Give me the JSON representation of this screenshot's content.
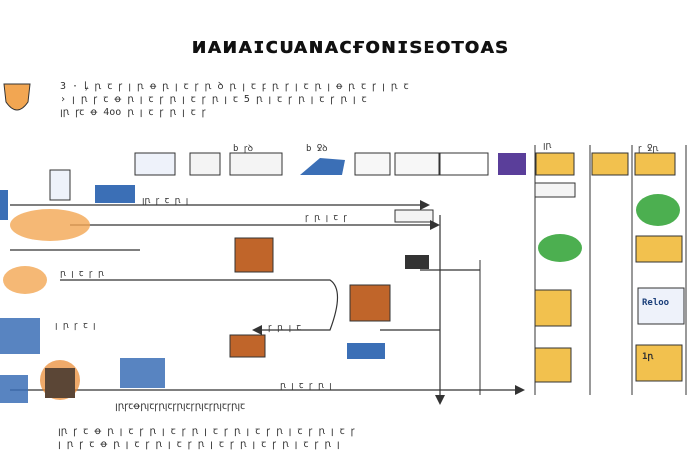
{
  "title": "ᴎᴀᴎᴀɪᴄᴜᴀɴᴀᴄғᴏɴɪsᴇᴏᴛᴏᴀs",
  "intro_lines": [
    "3 · ꝲ ꞃ ꞇ ꞅ ꞁ ꞃ ꝋ ꞃ ꞁ ꞇ ꞅ ꞃ ꝺ ꞃ ꞁ ꞇ ꝼ ꞃ ꞅ ꞁ ꞇ ꞃ ꞁ ꝋ ꞃ ꞇ ꞅ ꞁ ꞃ ꞇ",
    "› ꞁ ꞃ ꞅ ꞇ ꝋ ꞃ ꞁ ꞇ ꞅ ꞃ ꞁ ꞇ ꞅ ꞃ ꞁ ꞇ 5 ꞃ ꞁ ꞇ ꞅ ꞃ ꞁ ꞇ ꞅ ꞃ ꞁ ꞇ",
    "ꞁꞃ ꞅꞇ ꝋ      4oo ꞃ ꞁ ꞇ ꞅ ꞃ ꞁ ꞇ ꞅ"
  ],
  "column_labels": [
    "b ꞅꝺ",
    "b ꝿꝺ",
    "ꞁꞃ",
    "ꞅ ꝿꞃ"
  ],
  "flow_labels": [
    "ꞁꞃ ꞅ ꞇ ꞃ ꞁ",
    "ꞅ ꞃ ꞁ ꞇ ꞅ",
    "ꞃ ꞁ ꞇ ꞅ ꞃ",
    "ꞁ ꞃ ꞅ ꞇ ꞁ",
    "ꞅ ꞃ ꞁ ꞇ",
    "ꞃ ꞁ ꞇ ꞅ ꞃ ꞁ"
  ],
  "box_labels": {
    "refresh": "Rel​oo",
    "counter": "1ꞃ​"
  },
  "caption": "ꞁꞃꞅꞇꝋꞃꞁꞇꞅꞃꞁꞇꞅꞃꞁꞇꞅꞃꞁꞇꞅꞃꞁꞇꞅꞃꞁꞇ",
  "footer_lines": [
    "ꞁꞃ ꞅ ꞇ ꝋ ꞃ ꞁ ꞇ ꞅ ꞃ ꞁ ꞇ ꞅ ꞃ ꞁ ꞇ ꞅ ꞃ ꞁ ꞇ ꞅ ꞃ ꞁ ꞇ ꞅ ꞃ ꞁ ꞇ ꞅ",
    "ꞁ ꞃ ꞅ ꞇ ꝋ ꞃ ꞁ ꞇ ꞅ ꞃ ꞁ ꞇ ꞅ ꞃ ꞁ ꞇ ꞅ ꞃ ꞁ ꞇ ꞅ ꞃ ꞁ ꞇ ꞅ ꞃ ꞁ"
  ],
  "colors": {
    "line": "#333333",
    "orange": "#e9862b",
    "blue": "#3b6fb6",
    "yellow": "#f2c14e",
    "green": "#4caf50",
    "purple": "#5a3e9a",
    "brown": "#a0522d"
  }
}
